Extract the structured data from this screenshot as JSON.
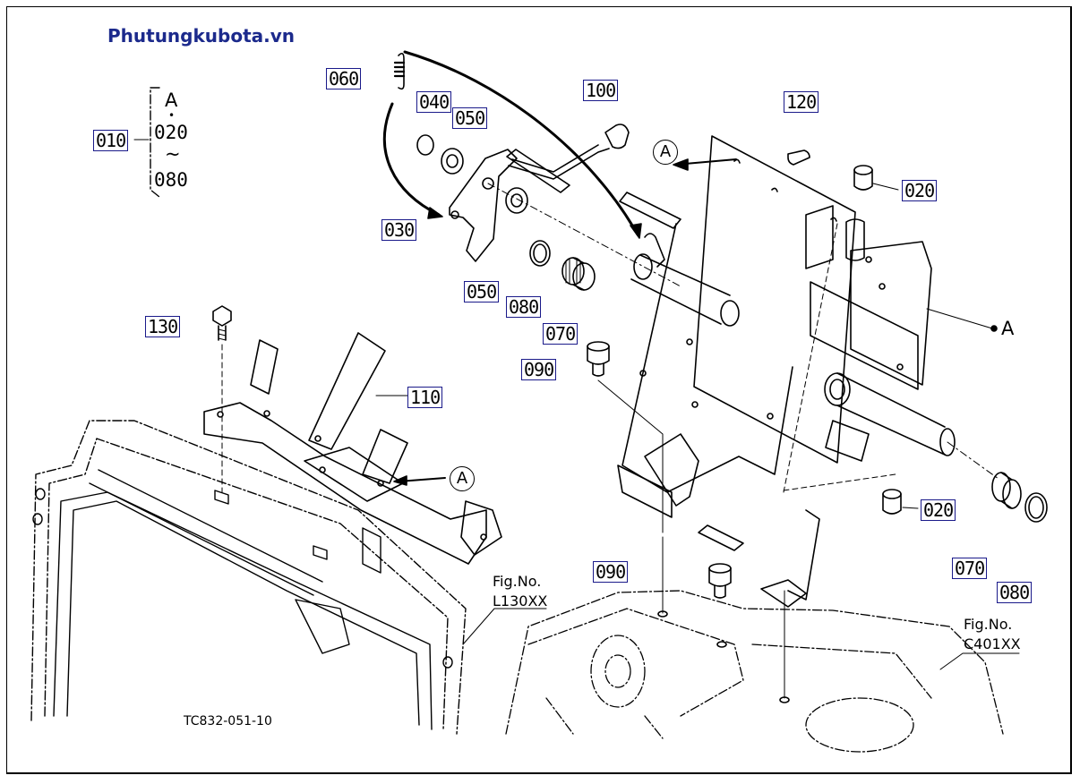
{
  "watermark": "Phutungkubota.vn",
  "drawing_code": "TC832-051-10",
  "bracket": {
    "top": "A",
    "mid_dot": "•",
    "from": "020",
    "tilde": "~",
    "to": "080"
  },
  "callouts": {
    "c010": "010",
    "c020a": "020",
    "c020b": "020",
    "c030": "030",
    "c040": "040",
    "c050a": "050",
    "c050b": "050",
    "c060": "060",
    "c070a": "070",
    "c070b": "070",
    "c080a": "080",
    "c080b": "080",
    "c090a": "090",
    "c090b": "090",
    "c100": "100",
    "c110": "110",
    "c120": "120",
    "c130": "130"
  },
  "refs": {
    "fig1_label": "Fig.No.",
    "fig1_code": "L130XX",
    "fig2_label": "Fig.No.",
    "fig2_code": "C401XX"
  },
  "markers": {
    "a1": "A",
    "a2": "A",
    "a3": "A"
  },
  "colors": {
    "watermark": "#1c2a8c",
    "callout_border": "#1a1a8a",
    "lines": "#000000"
  }
}
